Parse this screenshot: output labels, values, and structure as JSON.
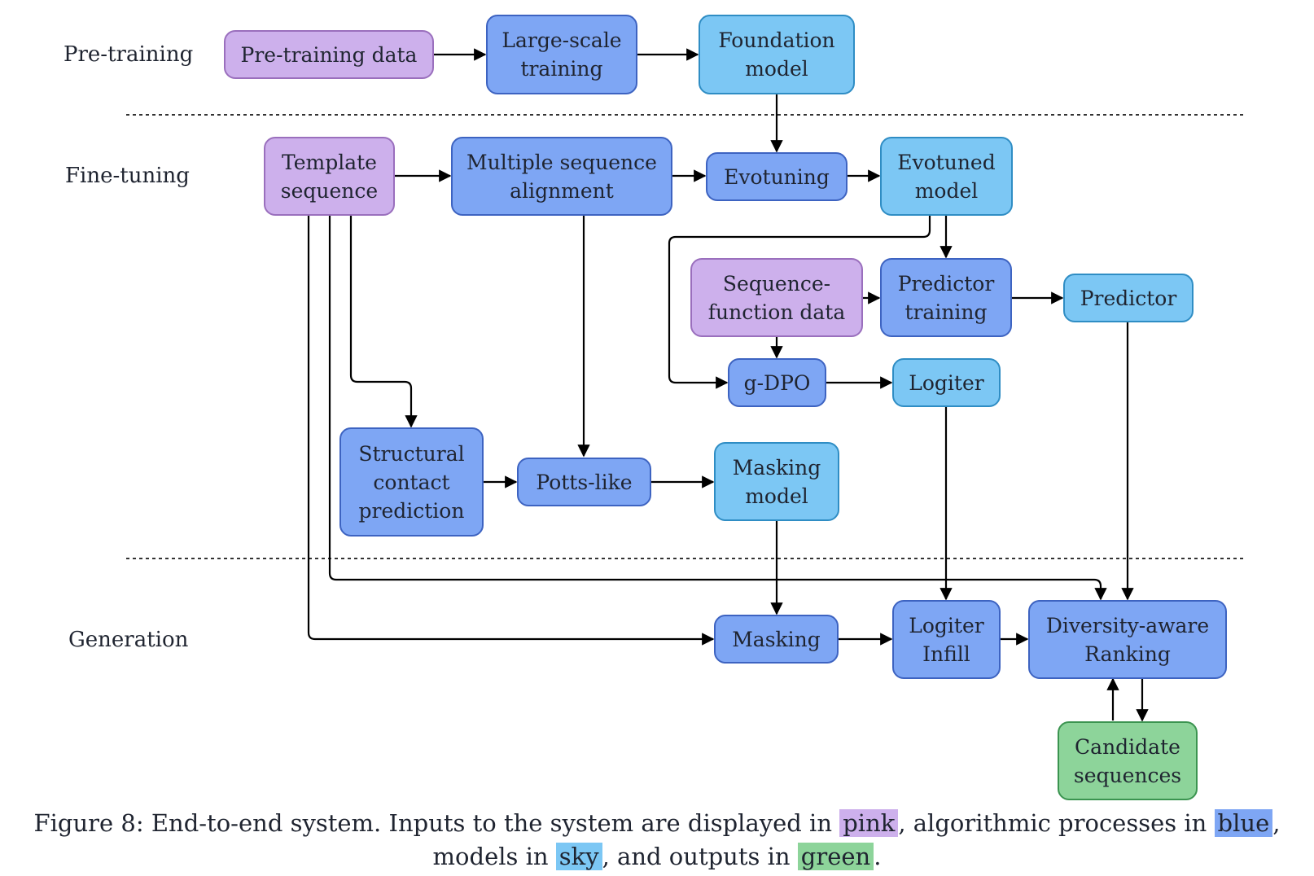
{
  "colors": {
    "pink": "#cdb0ec",
    "blue": "#7ea6f4",
    "sky": "#7cc7f4",
    "green": "#8dd49a",
    "line": "#000000"
  },
  "stages": {
    "pretraining": "Pre-training",
    "finetuning": "Fine-tuning",
    "generation": "Generation"
  },
  "nodes": {
    "pretraining_data": "Pre-training data",
    "large_scale_training": "Large-scale\ntraining",
    "foundation_model": "Foundation\nmodel",
    "template_sequence": "Template\nsequence",
    "msa": "Multiple sequence\nalignment",
    "evotuning": "Evotuning",
    "evotuned_model": "Evotuned\nmodel",
    "sequence_function_data": "Sequence-\nfunction data",
    "predictor_training": "Predictor\ntraining",
    "predictor": "Predictor",
    "gdpo": "g-DPO",
    "logiter": "Logiter",
    "structural_contact": "Structural\ncontact\nprediction",
    "potts_like": "Potts-like",
    "masking_model": "Masking\nmodel",
    "masking": "Masking",
    "logiter_infill": "Logiter\nInfill",
    "diversity_ranking": "Diversity-aware\nRanking",
    "candidate_sequences": "Candidate\nsequences"
  },
  "caption": {
    "prefix": "Figure 8: End-to-end system. Inputs to the system are displayed in",
    "pink": "pink",
    "after_pink": ", algorithmic processes in",
    "blue": "blue",
    "after_blue": ", models in",
    "sky": "sky",
    "after_sky": ", and outputs in",
    "green": "green",
    "end": "."
  }
}
